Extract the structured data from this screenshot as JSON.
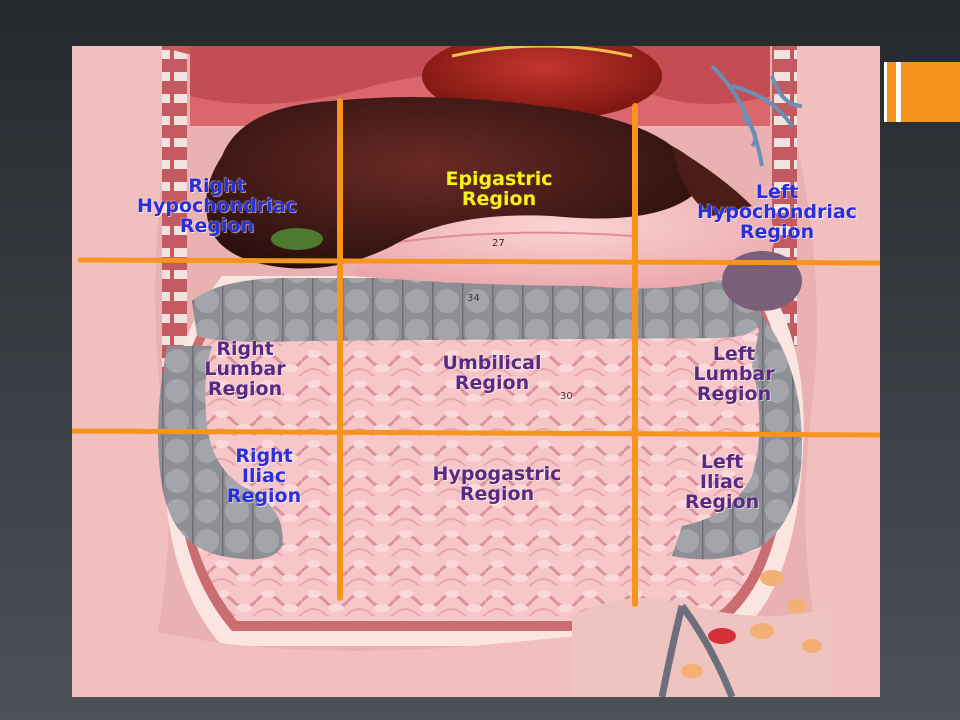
{
  "colors": {
    "accent": "#f7941d",
    "accent_outline": "#ffffff",
    "grid_line": "#f7941d",
    "label_blue": "#2b2fd6",
    "label_yellow": "#f7f21c",
    "label_purple": "#5a2a82",
    "background_dark": "#25292e"
  },
  "regions": [
    {
      "id": "right-hypochondriac",
      "text": "Right\nHypochondriac\nRegion",
      "color": "blue"
    },
    {
      "id": "epigastric",
      "text": "Epigastric\nRegion",
      "color": "yellow"
    },
    {
      "id": "left-hypochondriac",
      "text": "Left\nHypochondriac\nRegion",
      "color": "blue"
    },
    {
      "id": "right-lumbar",
      "text": "Right\nLumbar\nRegion",
      "color": "purple"
    },
    {
      "id": "umbilical",
      "text": "Umbilical\nRegion",
      "color": "purple"
    },
    {
      "id": "left-lumbar",
      "text": "Left\nLumbar\nRegion",
      "color": "purple"
    },
    {
      "id": "right-iliac",
      "text": "Right\nIliac\nRegion",
      "color": "blue"
    },
    {
      "id": "hypogastric",
      "text": "Hypogastric\nRegion",
      "color": "purple"
    },
    {
      "id": "left-iliac",
      "text": "Left\nIliac\nRegion",
      "color": "purple"
    }
  ],
  "model_numbers": [
    "27",
    "30",
    "34"
  ]
}
